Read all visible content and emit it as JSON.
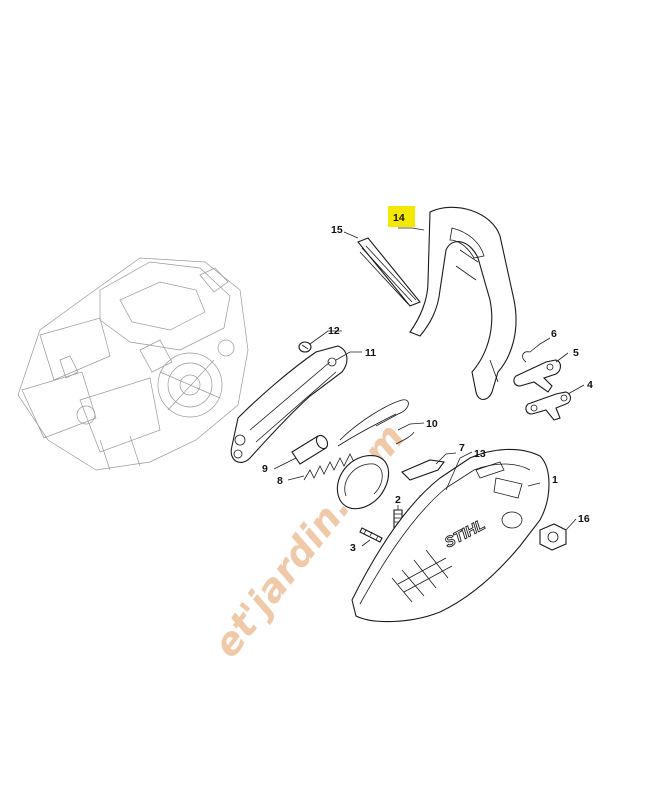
{
  "brand_mark": "STIHL",
  "highlight_color": "#f5e800",
  "watermark": {
    "text": "et'jardin.com",
    "colors": [
      "#f1c9a0",
      "#e9a070",
      "#c8dfa0",
      "#d0c8e8"
    ]
  },
  "callouts": [
    {
      "id": "1",
      "label": "1",
      "highlighted": false
    },
    {
      "id": "2",
      "label": "2",
      "highlighted": false
    },
    {
      "id": "3",
      "label": "3",
      "highlighted": false
    },
    {
      "id": "4",
      "label": "4",
      "highlighted": false
    },
    {
      "id": "5",
      "label": "5",
      "highlighted": false
    },
    {
      "id": "6",
      "label": "6",
      "highlighted": false
    },
    {
      "id": "7",
      "label": "7",
      "highlighted": false
    },
    {
      "id": "8",
      "label": "8",
      "highlighted": false
    },
    {
      "id": "9",
      "label": "9",
      "highlighted": false
    },
    {
      "id": "10",
      "label": "10",
      "highlighted": false
    },
    {
      "id": "11",
      "label": "11",
      "highlighted": false
    },
    {
      "id": "12",
      "label": "12",
      "highlighted": false
    },
    {
      "id": "13",
      "label": "13",
      "highlighted": false
    },
    {
      "id": "14",
      "label": "14",
      "highlighted": true
    },
    {
      "id": "15",
      "label": "15",
      "highlighted": false
    },
    {
      "id": "16",
      "label": "16",
      "highlighted": false
    }
  ]
}
